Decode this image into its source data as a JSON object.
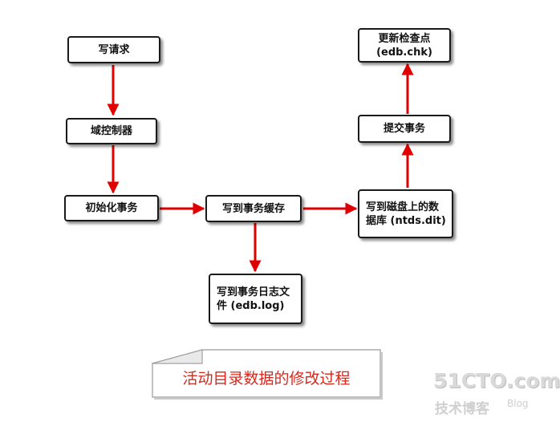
{
  "nodes": {
    "write_request": "写请求",
    "domain_controller": "域控制器",
    "init_transaction": "初始化事务",
    "write_tx_cache": "写到事务缓存",
    "write_tx_log": "写到事务日志文\n件 (edb.log)",
    "write_disk_db": "写到磁盘上的数\n据库 (ntds.dit)",
    "commit_transaction": "提交事务",
    "update_checkpoint": "更新检查点\n(edb.chk)"
  },
  "caption": "活动目录数据的修改过程",
  "watermark": {
    "site": "51CTO.com",
    "sub": "技术博客",
    "blog": "Blog"
  },
  "colors": {
    "arrow": "#e00000",
    "box_border": "#1a1a1a",
    "caption_text": "#d6281c"
  }
}
